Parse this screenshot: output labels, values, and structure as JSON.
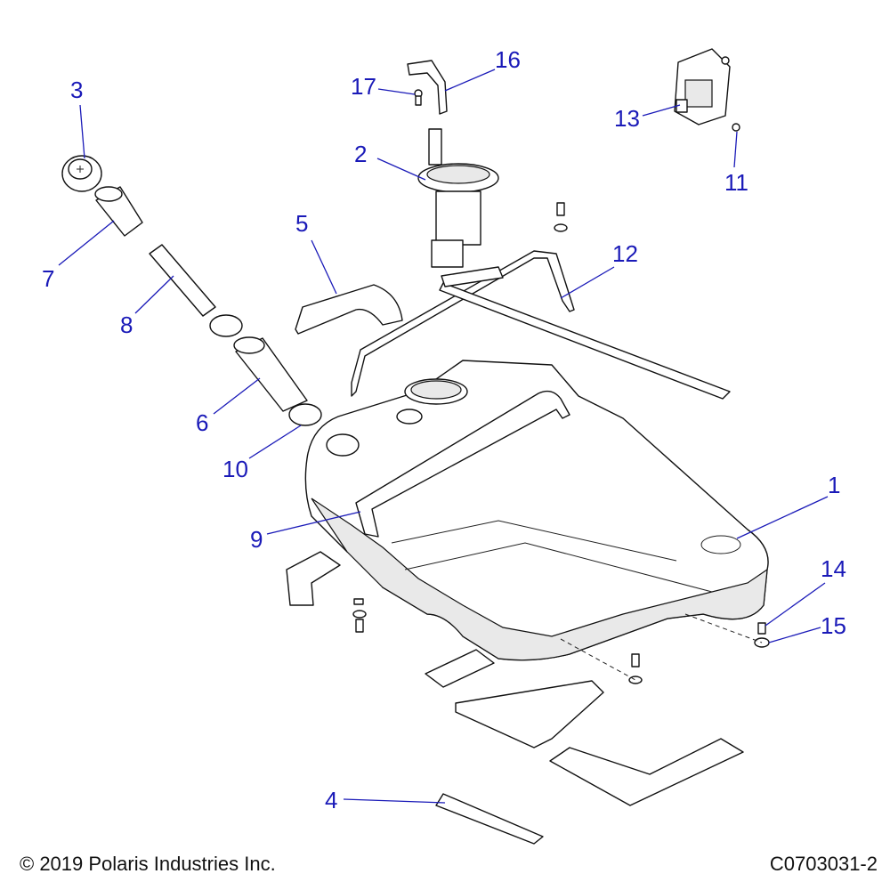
{
  "callouts": {
    "c1": "1",
    "c2": "2",
    "c3": "3",
    "c4": "4",
    "c5": "5",
    "c6": "6",
    "c7": "7",
    "c8": "8",
    "c9": "9",
    "c10": "10",
    "c11": "11",
    "c12": "12",
    "c13": "13",
    "c14": "14",
    "c15": "15",
    "c16": "16",
    "c17": "17"
  },
  "footer": {
    "copyright": "© 2019 Polaris Industries Inc.",
    "drawing_number": "C0703031-2"
  },
  "colors": {
    "callout": "#1a1ab8",
    "line": "#111111",
    "background": "#ffffff"
  }
}
